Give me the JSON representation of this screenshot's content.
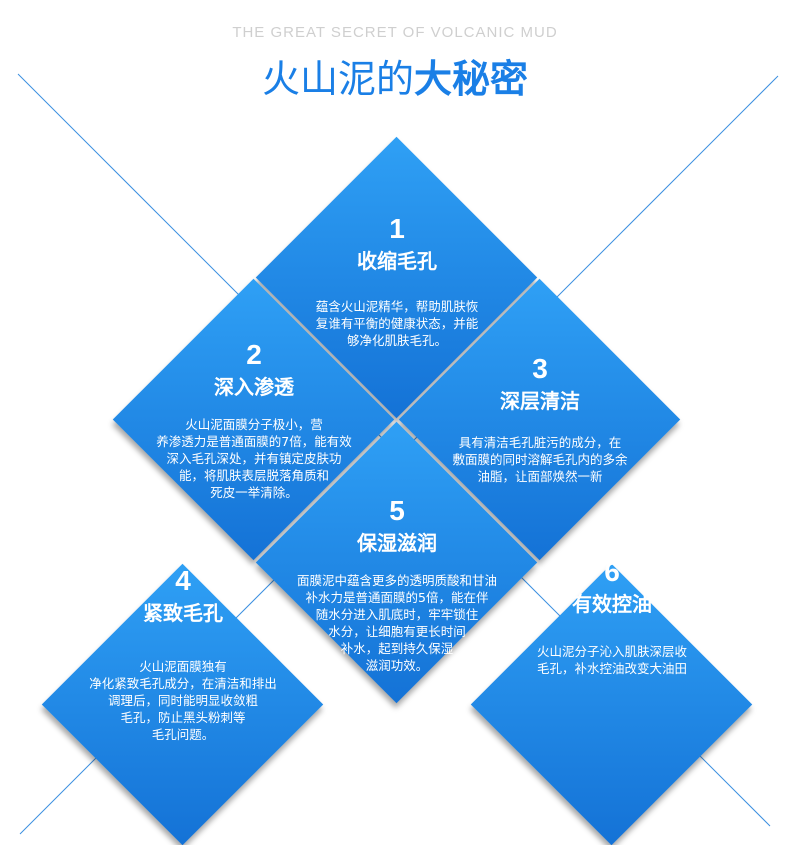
{
  "header": {
    "subtitle": "THE GREAT SECRET OF VOLCANIC MUD",
    "title_normal": "火山泥的",
    "title_bold": "大秘密"
  },
  "colors": {
    "accent": "#1a7fe6",
    "diamond_light": "#2fa0f5",
    "diamond_dark": "#1472d6",
    "subtitle": "#cfcfcf"
  },
  "features": [
    {
      "num": "1",
      "title": "收缩毛孔",
      "lines": [
        "蕴含火山泥精华，帮助肌肤恢",
        "复谁有平衡的健康状态，并能",
        "够净化肌肤毛孔。"
      ]
    },
    {
      "num": "2",
      "title": "深入渗透",
      "lines": [
        "火山泥面膜分子极小，营",
        "养渗透力是普通面膜的7倍，能有效",
        "深入毛孔深处，并有镇定皮肤功",
        "能，将肌肤表层脱落角质和",
        "死皮一举清除。"
      ]
    },
    {
      "num": "3",
      "title": "深层清洁",
      "lines": [
        "具有清洁毛孔脏污的成分，在",
        "敷面膜的同时溶解毛孔内的多余",
        "油脂，让面部焕然一新"
      ]
    },
    {
      "num": "5",
      "title": "保湿滋润",
      "lines": [
        "面膜泥中蕴含更多的透明质酸和甘油",
        "补水力是普通面膜的5倍，能在伴",
        "随水分进入肌底时，牢牢锁住",
        "水分，让细胞有更长时间",
        "补水，起到持久保湿",
        "滋润功效。"
      ]
    },
    {
      "num": "4",
      "title": "紧致毛孔",
      "lines": [
        "火山泥面膜独有",
        "净化紧致毛孔成分，在清洁和排出",
        "调理后，同时能明显收敛粗",
        "毛孔，防止黑头粉刺等",
        "毛孔问题。"
      ]
    },
    {
      "num": "6",
      "title": "有效控油",
      "lines": [
        "火山泥分子沁入肌肤深层收",
        "毛孔，补水控油改变大油田"
      ]
    }
  ]
}
